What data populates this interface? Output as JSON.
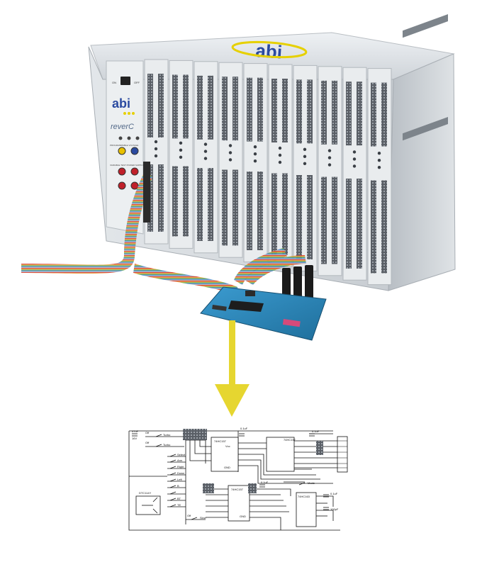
{
  "photo": {
    "brand_logo": "abi",
    "panel_logo": "abi",
    "panel_brand": "reverC",
    "switch_on": "ON",
    "switch_off": "OFF",
    "panel_label_1": "PROGRAMMABLE VOLTAGE",
    "panel_label_2": "VARIABLE TEST POWER SUPPLY"
  },
  "arrow": {
    "color": "#e6d630"
  },
  "colors": {
    "cabinet": "#d9dde1",
    "board": "#2f8ab8",
    "logo_blue": "#2a4aa0",
    "logo_yellow": "#e6d000"
  },
  "schematic": {
    "cap1": "47uF",
    "cap1_v": "16V",
    "cap2": "0.1uF",
    "cap3": "0.1uF",
    "cap4": "0.1uF",
    "cap5": "0.1uF",
    "cap6": "100pF",
    "chip1": "74HC157",
    "chip2": "74HC157",
    "chip3": "74HC157",
    "chip4": "74HC163",
    "transistor": "DTC114Y",
    "sw_turbo_a": "Turbo",
    "sw_turbo_b": "Turbo",
    "sw_select": "Select",
    "sw_arm": "Arm",
    "sw_right": "Right",
    "sw_down": "Down",
    "sw_left": "Left",
    "sw_b": "B",
    "sw_bt": "BT",
    "sw_tl": "TE",
    "sw_slow": "Slow",
    "sw_mode": "Mode",
    "off_a": "Off",
    "off_b": "Off",
    "off_c": "Off",
    "pin_vcc": "Vcc",
    "pin_gnd": "GND"
  }
}
